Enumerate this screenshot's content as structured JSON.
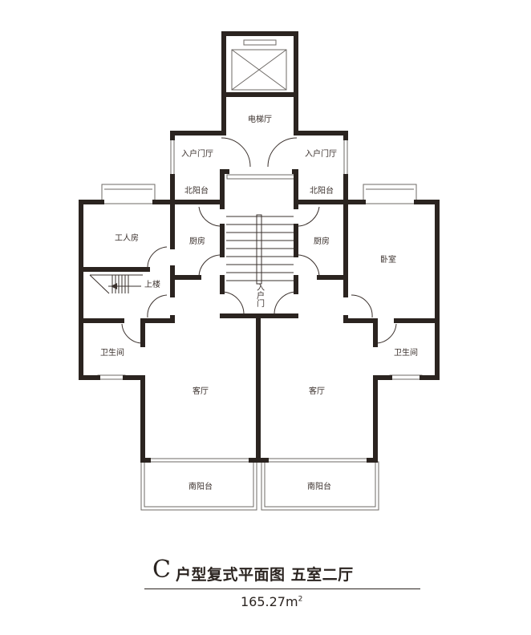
{
  "rooms": {
    "elevator_hall": "电梯厅",
    "entry_hall_left": "入户门厅",
    "entry_hall_right": "入户门厅",
    "north_balcony_left": "北阳台",
    "north_balcony_right": "北阳台",
    "maid_room": "工人房",
    "kitchen_left": "厨房",
    "kitchen_right": "厨房",
    "bedroom": "卧室",
    "stairs_up": "上楼",
    "entrance_door": "入户门",
    "bathroom_left": "卫生间",
    "bathroom_right": "卫生间",
    "living_left": "客厅",
    "living_right": "客厅",
    "south_balcony_left": "南阳台",
    "south_balcony_right": "南阳台"
  },
  "title": {
    "letter": "C",
    "main": "户型复式平面图  五室二厅",
    "area_value": "165.27m",
    "area_sup": "2"
  }
}
